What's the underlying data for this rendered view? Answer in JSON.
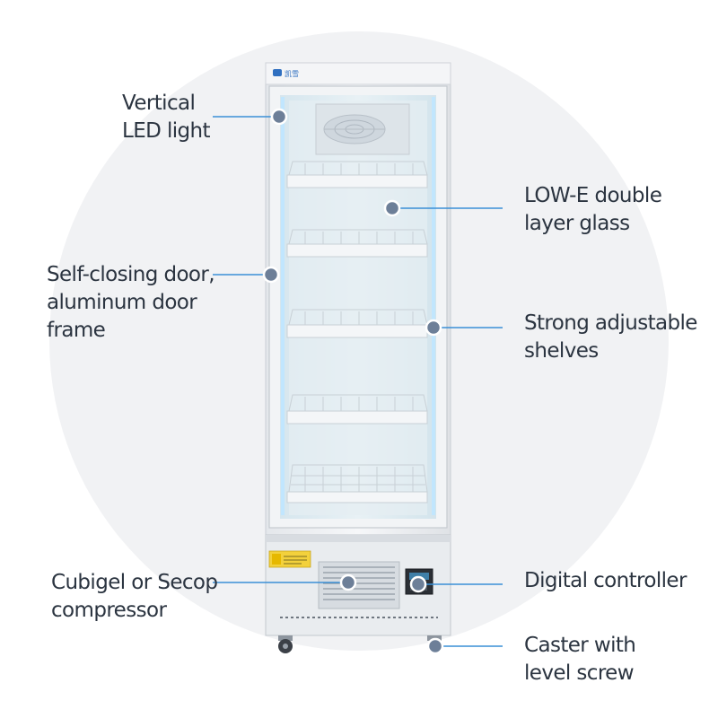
{
  "brand_logo_text": "凯雪",
  "callouts": [
    {
      "id": "vertical-led-light",
      "text": "Vertical\nLED light"
    },
    {
      "id": "low-e-glass",
      "text": "LOW-E double\nlayer glass"
    },
    {
      "id": "self-closing-door",
      "text": "Self-closing door,\naluminum door\nframe"
    },
    {
      "id": "adjustable-shelves",
      "text": "Strong adjustable\nshelves"
    },
    {
      "id": "compressor",
      "text": "Cubigel or Secop\ncompressor"
    },
    {
      "id": "digital-controller",
      "text": "Digital controller"
    },
    {
      "id": "caster",
      "text": "Caster with\nlevel screw"
    }
  ],
  "colors": {
    "callout_line": "#3a8fd6",
    "callout_dot": "#6d7f98",
    "label_text": "#2b3440",
    "background_circle": "#f1f2f4",
    "cabinet": "#eef0f3",
    "glass": "#e3edf2",
    "led_glow": "#bfe6ff"
  }
}
